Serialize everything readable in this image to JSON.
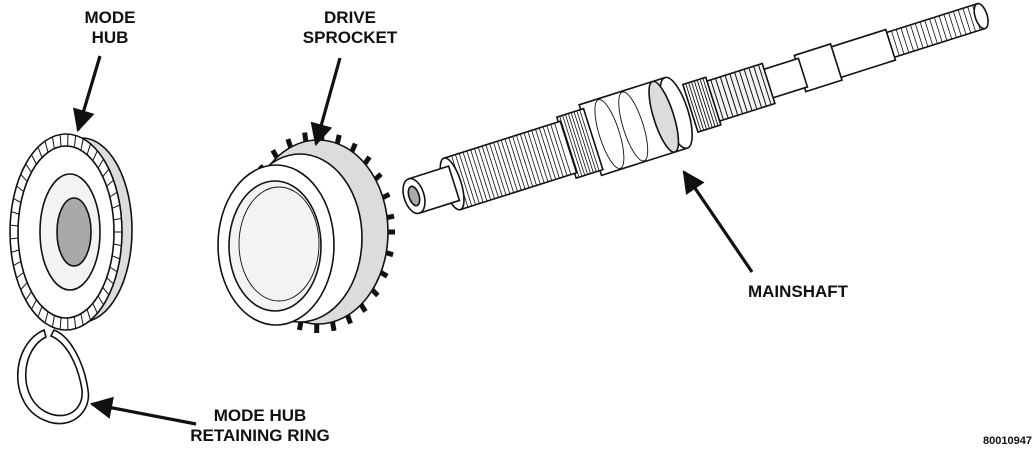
{
  "labels": {
    "mode_hub": [
      "MODE",
      "HUB"
    ],
    "drive_sprocket": [
      "DRIVE",
      "SPROCKET"
    ],
    "mainshaft": "MAINSHAFT",
    "retaining_ring": [
      "MODE HUB",
      "RETAINING RING"
    ]
  },
  "figure_number": "80010947",
  "colors": {
    "ink": "#111111",
    "background": "#ffffff"
  }
}
